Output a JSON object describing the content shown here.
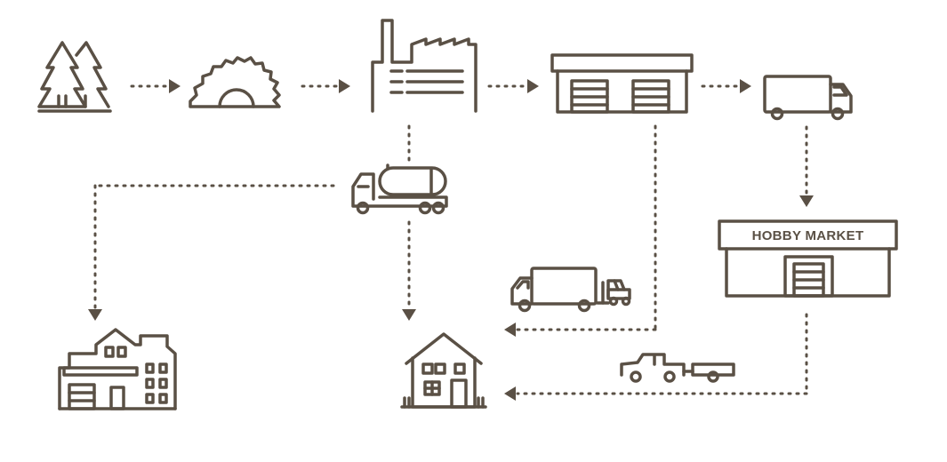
{
  "store": {
    "sign": "HOBBY MARKET"
  },
  "colors": {
    "line": "#5a5045",
    "background": "#ffffff"
  },
  "nodes": [
    {
      "id": "forest",
      "icon": "trees-icon"
    },
    {
      "id": "sawmill",
      "icon": "saw-blade-icon"
    },
    {
      "id": "factory",
      "icon": "factory-icon"
    },
    {
      "id": "warehouse",
      "icon": "warehouse-icon"
    },
    {
      "id": "delivery-truck",
      "icon": "box-truck-icon"
    },
    {
      "id": "hobby-market",
      "icon": "store-icon"
    },
    {
      "id": "tanker-truck",
      "icon": "tanker-truck-icon"
    },
    {
      "id": "truck-forklift",
      "icon": "truck-forklift-icon"
    },
    {
      "id": "pickup-trailer",
      "icon": "pickup-trailer-icon"
    },
    {
      "id": "apartment-building",
      "icon": "apartment-building-icon"
    },
    {
      "id": "house",
      "icon": "house-icon"
    }
  ]
}
